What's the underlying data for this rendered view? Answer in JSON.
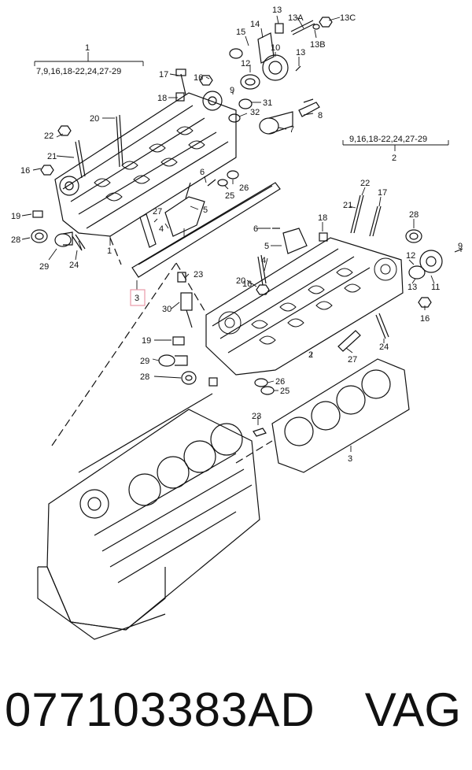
{
  "labels": {
    "l1": "1",
    "l1sub": "7,9,16,18-22,24,27-29",
    "l2": "2",
    "l2sub": "9,16,18-22,24,27-29",
    "l3": "3",
    "n13": "13",
    "n13a": "13A",
    "n13b": "13B",
    "n13c": "13C",
    "n14": "14",
    "n15": "15",
    "n12": "12",
    "n10": "10",
    "n13r": "13",
    "n17": "17",
    "n16": "16",
    "n9": "9",
    "n18": "18",
    "n31": "31",
    "n8": "8",
    "n32": "32",
    "n20": "20",
    "n7": "7",
    "n22": "22",
    "n21": "21",
    "n16b": "16",
    "n6": "6",
    "n25": "25",
    "n26": "26",
    "n19": "19",
    "n5": "5",
    "n27": "27",
    "n4": "4",
    "n28": "28",
    "n29": "29",
    "n24": "24",
    "n1b": "1",
    "n23": "23",
    "n3box": "3",
    "n30": "30",
    "r22": "22",
    "r17": "17",
    "r21": "21",
    "r18": "18",
    "r28": "28",
    "r6": "6",
    "r5": "5",
    "r12": "12",
    "r9": "9",
    "r4": "4",
    "r20": "20",
    "r16": "16",
    "r13": "13",
    "r11": "11",
    "r16b": "16",
    "r19": "19",
    "r24": "24",
    "r2": "2",
    "r27": "27",
    "r29": "29",
    "r28b": "28",
    "r26": "26",
    "r25": "25",
    "r23": "23",
    "r3": "3"
  },
  "caption": {
    "part_number": "077103383AD",
    "brand": "VAG"
  },
  "colors": {
    "ink": "#111111",
    "highlight_box": "#e89aa8"
  }
}
